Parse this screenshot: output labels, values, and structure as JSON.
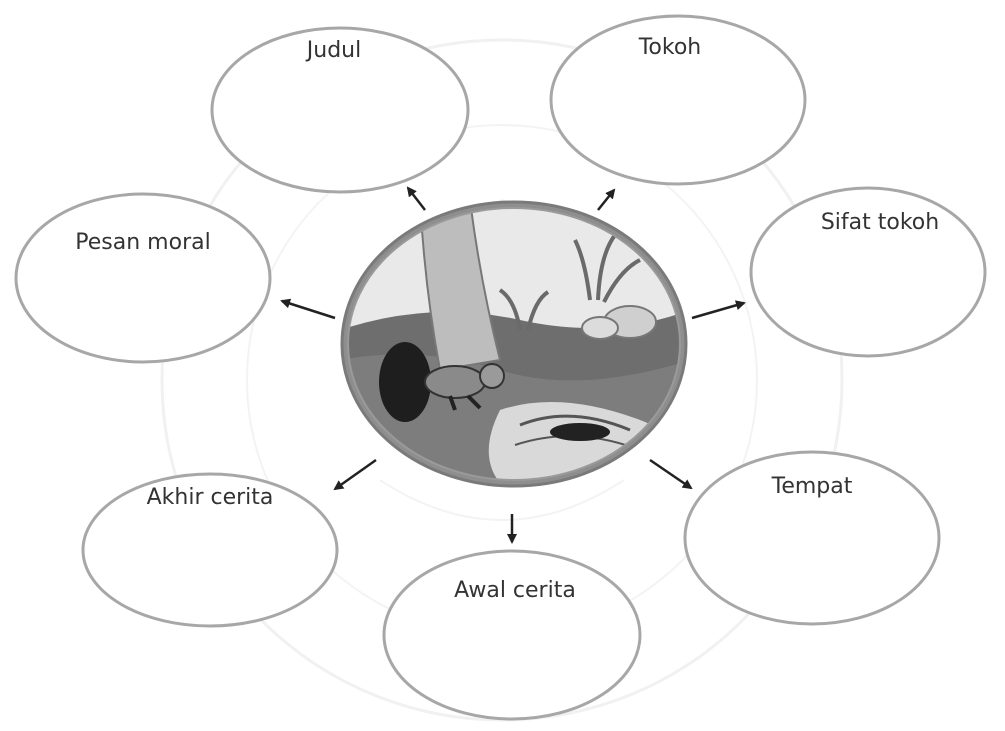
{
  "nodes": {
    "judul": "Judul",
    "tokoh": "Tokoh",
    "pesan_moral": "Pesan moral",
    "sifat_tokoh": "Sifat tokoh",
    "akhir_cerita": "Akhir cerita",
    "tempat": "Tempat",
    "awal_cerita": "Awal cerita"
  },
  "colors": {
    "bubble_stroke": "#a7a7a7",
    "arrow": "#222222",
    "text": "#333333",
    "watermark": "#e3e3e3"
  }
}
